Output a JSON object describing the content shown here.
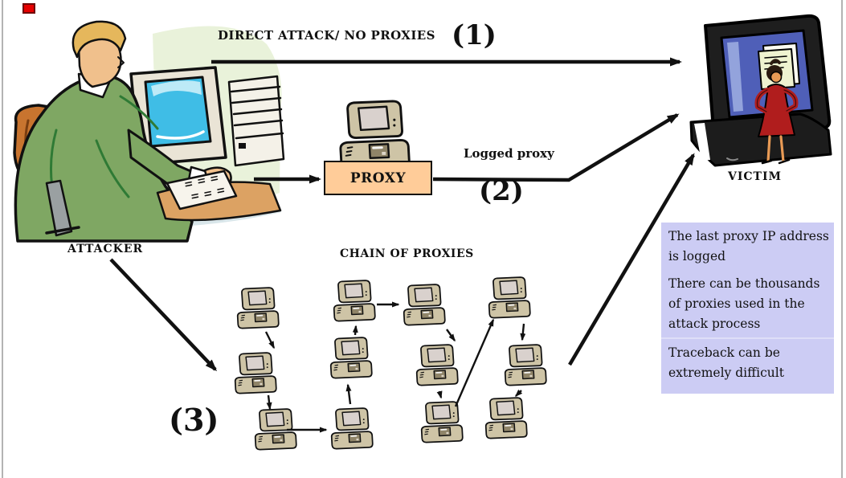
{
  "diagram": {
    "title_context": "attack-via-proxies diagram",
    "labels": {
      "direct_attack": "DIRECT ATTACK/ NO PROXIES",
      "step1": "(1)",
      "logged_proxy": "Logged proxy",
      "step2": "(2)",
      "step3": "(3)",
      "proxy": "PROXY",
      "attacker": "ATTACKER",
      "victim": "VICTIM",
      "chain_title": "CHAIN OF PROXIES"
    },
    "info_box": {
      "lines": [
        "The last proxy IP address is logged",
        "There can be thousands of proxies used in the attack process",
        "Traceback can be extremely difficult"
      ]
    },
    "icons": {
      "attacker": "attacker-at-computer-illustration",
      "victim": "victim-computer-illustration",
      "proxy": "desktop-computer-icon",
      "chain": "desktop-computer-icon",
      "marker": "red-rectangle-marker"
    },
    "colors": {
      "proxy_box": "#ffcc99",
      "chain_box": "#c9f6fb",
      "info_box": "#ccccf4",
      "arrows": "#111111",
      "red_marker": "#e60000",
      "victim_screen": "#4f5fb8",
      "attacker_screen": "#3fbde6",
      "computer_tan": "#cec4a6",
      "background": "#ffffff"
    }
  }
}
